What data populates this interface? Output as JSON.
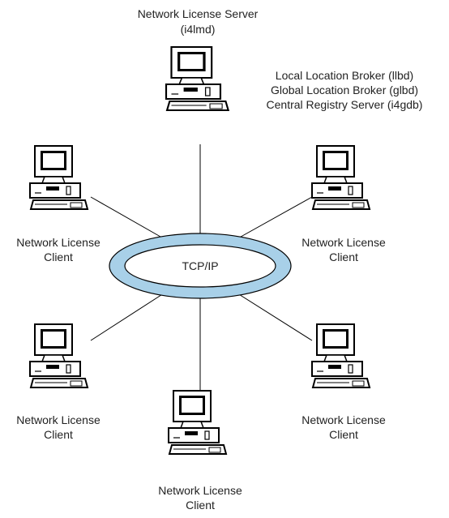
{
  "server": {
    "label_line1": "Network License Server",
    "label_line2": "(i4lmd)",
    "services": [
      "Local Location Broker (llbd)",
      "Global Location Broker (glbd)",
      "Central Registry Server (i4gdb)"
    ]
  },
  "network": {
    "label": "TCP/IP",
    "ring_color": "#a8d0e8"
  },
  "clients": [
    {
      "line1": "Network License",
      "line2": "Client"
    },
    {
      "line1": "Network License",
      "line2": "Client"
    },
    {
      "line1": "Network License",
      "line2": "Client"
    },
    {
      "line1": "Network License",
      "line2": "Client"
    },
    {
      "line1": "Network License",
      "line2": "Client"
    }
  ],
  "colors": {
    "stroke": "#000000",
    "computer_fill": "#ffffff",
    "screen_fill": "#000000"
  }
}
